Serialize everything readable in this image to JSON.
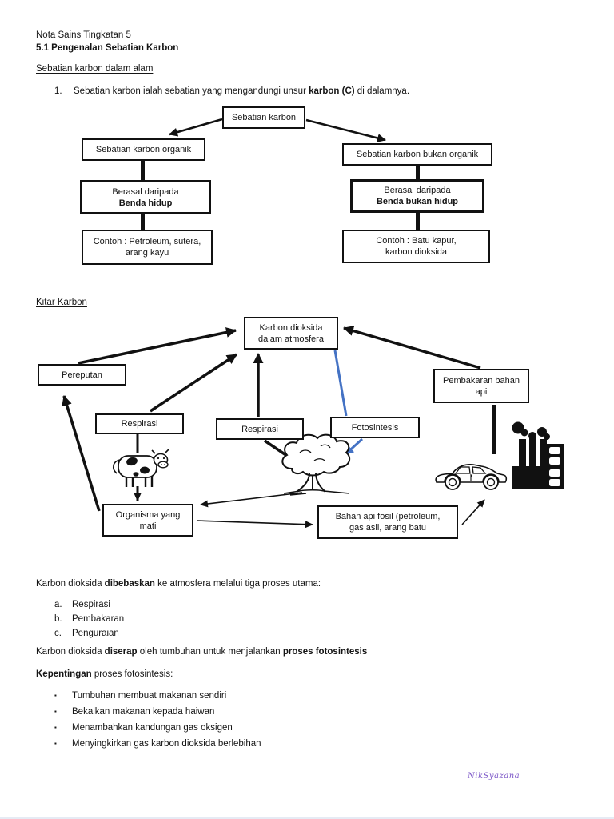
{
  "colors": {
    "ink": "#111111",
    "arrow_blue": "#4472c4",
    "signature_purple": "#7d58c8"
  },
  "header": {
    "line1": "Nota Sains Tingkatan 5",
    "line2": "5.1 Pengenalan Sebatian Karbon"
  },
  "section_nature": {
    "heading": "Sebatian karbon dalam alam",
    "item_number": "1.",
    "item_pre": "Sebatian karbon ialah sebatian yang mengandungi unsur ",
    "item_bold": "karbon (C)",
    "item_post": " di dalamnya."
  },
  "flowchart": {
    "root": "Sebatian karbon",
    "left": {
      "title": "Sebatian karbon organik",
      "origin_line1": "Berasal daripada",
      "origin_line2": "Benda hidup",
      "example": "Contoh : Petroleum, sutera,\narang kayu"
    },
    "right": {
      "title": "Sebatian karbon bukan organik",
      "origin_line1": "Berasal daripada",
      "origin_line2": "Benda bukan hidup",
      "example": "Contoh : Batu kapur,\nkarbon dioksida"
    }
  },
  "cycle": {
    "heading": "Kitar Karbon",
    "boxes": {
      "atmosfera": "Karbon dioksida\ndalam atmosfera",
      "pereputan": "Pereputan",
      "respirasi_left": "Respirasi",
      "respirasi_center": "Respirasi",
      "fotosintesis": "Fotosintesis",
      "pembakaran": "Pembakaran bahan\napi",
      "organisma": "Organisma yang\nmati",
      "bahan_api": "Bahan api fosil (petroleum,\ngas asli, arang batu"
    },
    "images": [
      "cow",
      "tree",
      "car",
      "factory"
    ]
  },
  "release": {
    "pre": "Karbon dioksida ",
    "bold": "dibebaskan",
    "post": " ke atmosfera melalui tiga proses utama:",
    "items": [
      {
        "letter": "a.",
        "text": "Respirasi"
      },
      {
        "letter": "b.",
        "text": "Pembakaran"
      },
      {
        "letter": "c.",
        "text": "Penguraian"
      }
    ]
  },
  "absorb": {
    "pre": "Karbon dioksida ",
    "bold1": "diserap",
    "mid": " oleh tumbuhan untuk menjalankan ",
    "bold2": "proses fotosintesis"
  },
  "importance": {
    "heading_bold": "Kepentingan",
    "heading_rest": " proses fotosintesis:",
    "bullet_char": "▪",
    "bullets": [
      "Tumbuhan membuat makanan sendiri",
      "Bekalkan makanan kepada haiwan",
      "Menambahkan kandungan gas oksigen",
      "Menyingkirkan gas karbon dioksida  berlebihan"
    ]
  },
  "footer": {
    "signature": "NikSyazana"
  }
}
